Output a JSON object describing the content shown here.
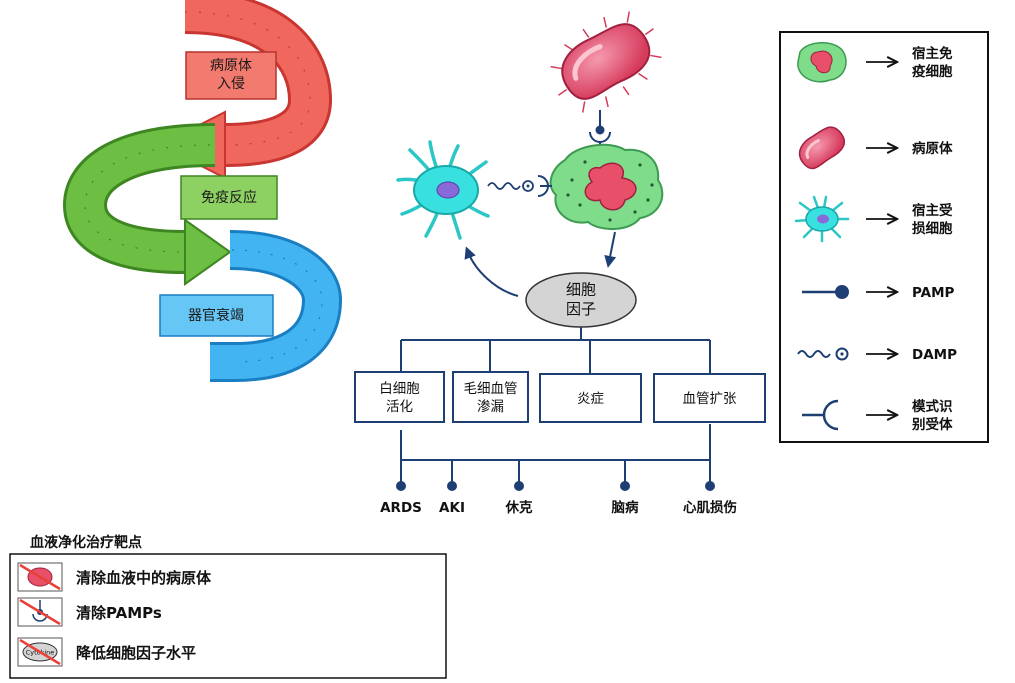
{
  "cycle": {
    "stage1": "病原体\n入侵",
    "stage2": "免疫反应",
    "stage3": "器官衰竭"
  },
  "cytokine_label": "细胞\n因子",
  "effects": [
    "白细胞\n活化",
    "毛细血管\n渗漏",
    "炎症",
    "血管扩张"
  ],
  "outcomes": [
    "ARDS",
    "AKI",
    "休克",
    "脑病",
    "心肌损伤"
  ],
  "legend": {
    "items": [
      {
        "icon": "host-immune-cell-icon",
        "label": "宿主免\n疫细胞"
      },
      {
        "icon": "pathogen-icon",
        "label": "病原体"
      },
      {
        "icon": "damaged-host-cell-icon",
        "label": "宿主受\n损细胞"
      },
      {
        "icon": "pamp-icon",
        "label": "PAMP"
      },
      {
        "icon": "damp-icon",
        "label": "DAMP"
      },
      {
        "icon": "pattern-recognition-receptor-icon",
        "label": "模式识\n别受体"
      }
    ]
  },
  "targets": {
    "title": "血液净化治疗靶点",
    "items": [
      {
        "icon": "crossed-pathogen-icon",
        "label": "清除血液中的病原体"
      },
      {
        "icon": "crossed-pamp-icon",
        "label": "清除PAMPs"
      },
      {
        "icon": "crossed-cytokine-icon",
        "label": "降低细胞因子水平",
        "icon_text": "Cytokine"
      }
    ]
  },
  "colors": {
    "red_arrow": "#e8413a",
    "green_arrow": "#5aa832",
    "blue_arrow": "#2aa6ee",
    "navy": "#1e3f73",
    "cyan_cell": "#38e0e0",
    "green_cell": "#7fdc8a",
    "pathogen": "#e0506a"
  }
}
